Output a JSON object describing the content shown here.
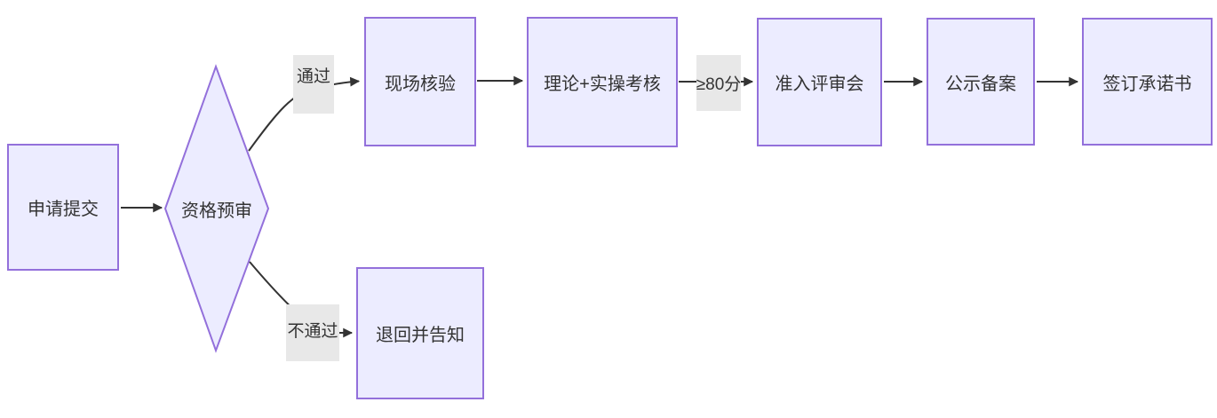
{
  "diagram": {
    "type": "flowchart",
    "direction": "left-to-right",
    "colors": {
      "background": "#ffffff",
      "node_fill": "#ececff",
      "node_border": "#9370db",
      "edge_line": "#333333",
      "edge_label_bg": "#e8e8e8",
      "text": "#333333"
    },
    "nodes": {
      "apply": {
        "label": "申请提交",
        "shape": "rect"
      },
      "prequalify": {
        "label": "资格预审",
        "shape": "diamond"
      },
      "onsite": {
        "label": "现场核验",
        "shape": "rect"
      },
      "exam": {
        "label": "理论+实操考核",
        "shape": "rect"
      },
      "review": {
        "label": "准入评审会",
        "shape": "rect"
      },
      "publicity": {
        "label": "公示备案",
        "shape": "rect"
      },
      "commitment": {
        "label": "签订承诺书",
        "shape": "rect"
      },
      "return_notify": {
        "label": "退回并告知",
        "shape": "rect"
      }
    },
    "edges": [
      {
        "from": "apply",
        "to": "prequalify",
        "label": ""
      },
      {
        "from": "prequalify",
        "to": "onsite",
        "label": "通过"
      },
      {
        "from": "onsite",
        "to": "exam",
        "label": ""
      },
      {
        "from": "exam",
        "to": "review",
        "label": "≥80分"
      },
      {
        "from": "review",
        "to": "publicity",
        "label": ""
      },
      {
        "from": "publicity",
        "to": "commitment",
        "label": ""
      },
      {
        "from": "prequalify",
        "to": "return_notify",
        "label": "不通过"
      }
    ]
  }
}
